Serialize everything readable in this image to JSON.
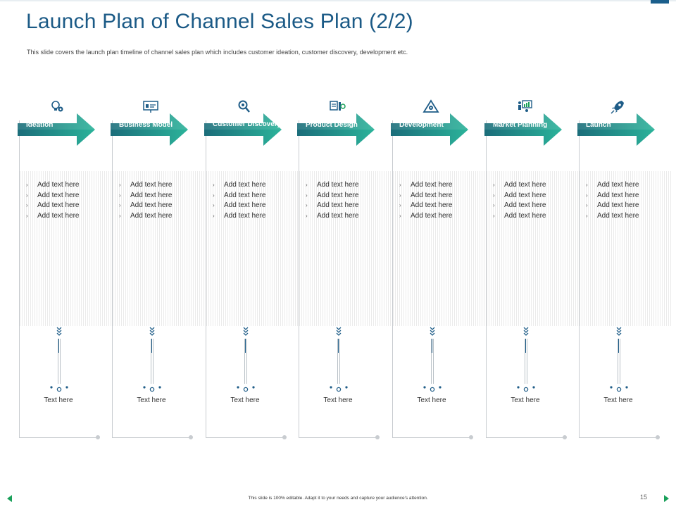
{
  "slide": {
    "title": "Launch Plan of Channel Sales Plan (2/2)",
    "subtitle": "This slide covers the launch plan timeline of channel sales plan which includes customer ideation, customer discovery, development etc.",
    "footer_note": "This slide is 100% editable. Adapt it to your needs and capture your audience's attention.",
    "page_number": "15"
  },
  "colors": {
    "title": "#1b5a86",
    "arrow_dark": "#1b6d7a",
    "arrow_light": "#2bb39a",
    "icon": "#1f5d88"
  },
  "stages": [
    {
      "label": "Ideation",
      "icon": "idea-gear-icon",
      "bullets": [
        "Add text here",
        "Add text here",
        "Add text here",
        "Add text here"
      ],
      "footer": "Text here"
    },
    {
      "label": "Business Model",
      "icon": "presentation-board-icon",
      "bullets": [
        "Add text here",
        "Add text here",
        "Add text here",
        "Add text here"
      ],
      "footer": "Text here"
    },
    {
      "label": "Customer Discovery",
      "icon": "magnifier-icon",
      "bullets": [
        "Add text here",
        "Add text here",
        "Add text here",
        "Add text here"
      ],
      "footer": "Text here"
    },
    {
      "label": "Product Design",
      "icon": "design-tools-icon",
      "bullets": [
        "Add text here",
        "Add text here",
        "Add text here",
        "Add text here"
      ],
      "footer": "Text here"
    },
    {
      "label": "Development",
      "icon": "warning-triangle-icon",
      "bullets": [
        "Add text here",
        "Add text here",
        "Add text here",
        "Add text here"
      ],
      "footer": "Text here"
    },
    {
      "label": "Market Planning",
      "icon": "team-chart-icon",
      "bullets": [
        "Add text here",
        "Add text here",
        "Add text here",
        "Add text here"
      ],
      "footer": "Text here"
    },
    {
      "label": "Launch",
      "icon": "rocket-icon",
      "bullets": [
        "Add text here",
        "Add text here",
        "Add text here",
        "Add text here"
      ],
      "footer": "Text here"
    }
  ]
}
